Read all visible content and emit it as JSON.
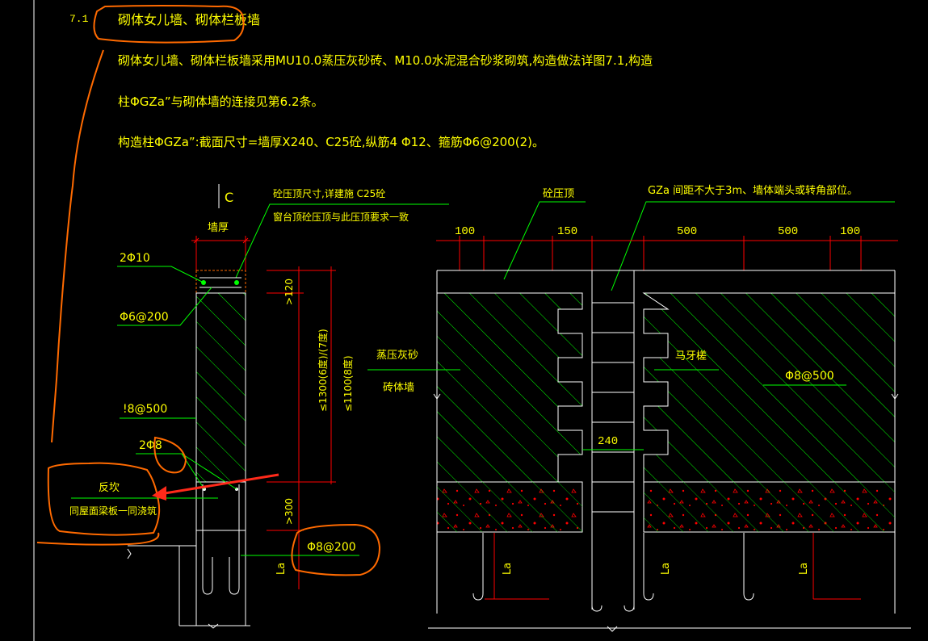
{
  "section": {
    "number": "7.1",
    "title": "砌体女儿墙、砌体栏板墙"
  },
  "notes": [
    "砌体女儿墙、砌体栏板墙采用MU10.0蒸压灰砂砖、M10.0水泥混合砂浆砌筑,构造做法详图7.1,构造",
    "柱ΦGZa”与砌体墙的连接见第6.2条。",
    "构造柱ΦGZa”:截面尺寸=墙厚X240、C25砼,纵筋4 Φ12、箍筋Φ6@200(2)。"
  ],
  "left_detail": {
    "axis": "C",
    "wall_thickness": "墙厚",
    "cap_note_1": "砼压顶尺寸,详建施 C25砼",
    "cap_note_2": "窗台顶砼压顶与此压顶要求一致",
    "rebar_top": "2Φ10",
    "stirrup": "Φ6@200",
    "dim_120": ">120",
    "dim_1300": "≤1300(6度)/(7度)",
    "dim_1100": "≤1100(8度)",
    "tie": "!8@500",
    "rebar_2phi8": "2Φ8",
    "flip": "反坎",
    "cast": "同屋面梁板一同浇筑",
    "dim_300": ">300",
    "la": "La",
    "phi8_200": "Φ8@200"
  },
  "right_detail": {
    "cap": "砼压顶",
    "gz_note": "GZa 间距不大于3m、墙体端头或转角部位。",
    "dims": [
      "100",
      "150",
      "500",
      "500",
      "100"
    ],
    "brick_1": "蒸压灰砂",
    "brick_2": "砖体墙",
    "toothed": "马牙槎",
    "tie": "Φ8@500",
    "width": "240",
    "la": "La"
  },
  "colors": {
    "background": "#000000",
    "text": "#ffff00",
    "lines": "#ffffff",
    "leaders": "#00ff00",
    "dims": "#ff0000",
    "markup": "#ff6a00"
  }
}
